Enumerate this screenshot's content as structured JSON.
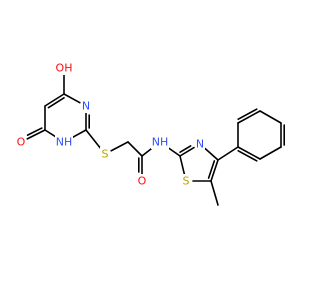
{
  "colors": {
    "bond": "#000000",
    "O": "#ff0d0d",
    "N": "#3050f8",
    "S": "#b8a200",
    "C": "#000000"
  },
  "atoms": [
    {
      "id": "o_top",
      "text": "OH",
      "element": "O"
    },
    {
      "id": "n3",
      "text": "N",
      "element": "N"
    },
    {
      "id": "o_left",
      "text": "O",
      "element": "O"
    },
    {
      "id": "n1",
      "text": "NH",
      "element": "N"
    },
    {
      "id": "s_link",
      "text": "S",
      "element": "S"
    },
    {
      "id": "o_amide",
      "text": "O",
      "element": "O"
    },
    {
      "id": "n_amide",
      "text": "NH",
      "element": "N"
    },
    {
      "id": "n_thiazole",
      "text": "N",
      "element": "N"
    },
    {
      "id": "s_thiazole",
      "text": "S",
      "element": "S"
    }
  ]
}
